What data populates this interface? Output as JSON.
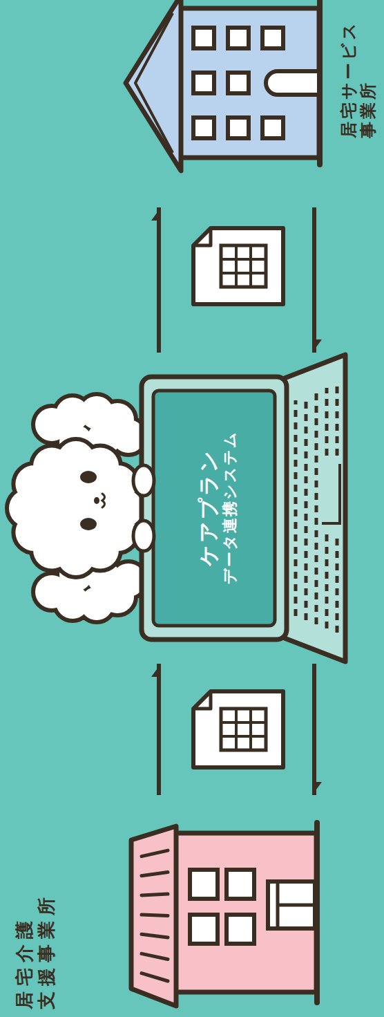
{
  "diagram": {
    "nodes": [
      {
        "text": [
          "居宅介護 支援事業所"
        ]
      },
      {
        "text": [
          "ケアプラン",
          "データ連携システム"
        ]
      },
      {
        "text": [
          "居宅サービス 事業所"
        ]
      }
    ],
    "edges": [
      {
        "from": 0,
        "to": 1,
        "arrow": "to"
      },
      {
        "from": 1,
        "to": 0,
        "arrow": "to"
      },
      {
        "from": 1,
        "to": 2,
        "arrow": "to"
      },
      {
        "from": 2,
        "to": 1,
        "arrow": "to"
      }
    ]
  }
}
